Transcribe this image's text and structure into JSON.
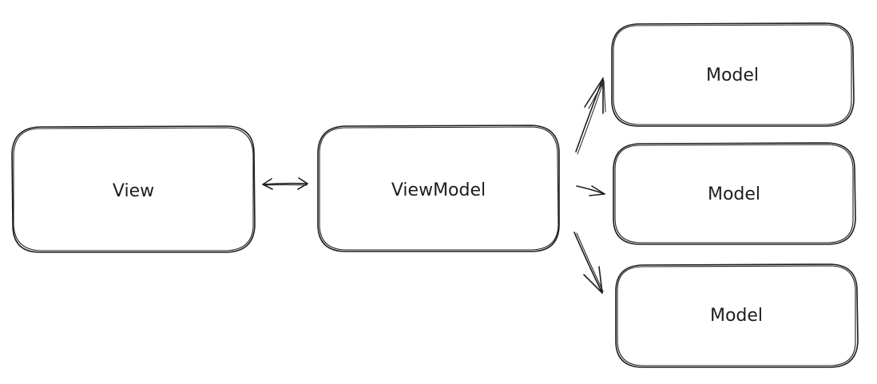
{
  "diagram": {
    "nodes": [
      {
        "id": "view",
        "label": "View"
      },
      {
        "id": "viewmodel",
        "label": "ViewModel"
      },
      {
        "id": "model1",
        "label": "Model"
      },
      {
        "id": "model2",
        "label": "Model"
      },
      {
        "id": "model3",
        "label": "Model"
      }
    ],
    "edges": [
      {
        "from": "view",
        "to": "viewmodel",
        "direction": "bidirectional"
      },
      {
        "from": "viewmodel",
        "to": "model1",
        "direction": "forward"
      },
      {
        "from": "viewmodel",
        "to": "model2",
        "direction": "forward"
      },
      {
        "from": "viewmodel",
        "to": "model3",
        "direction": "forward"
      }
    ],
    "stroke_color": "#1e1e1e",
    "background_color": "#ffffff"
  }
}
